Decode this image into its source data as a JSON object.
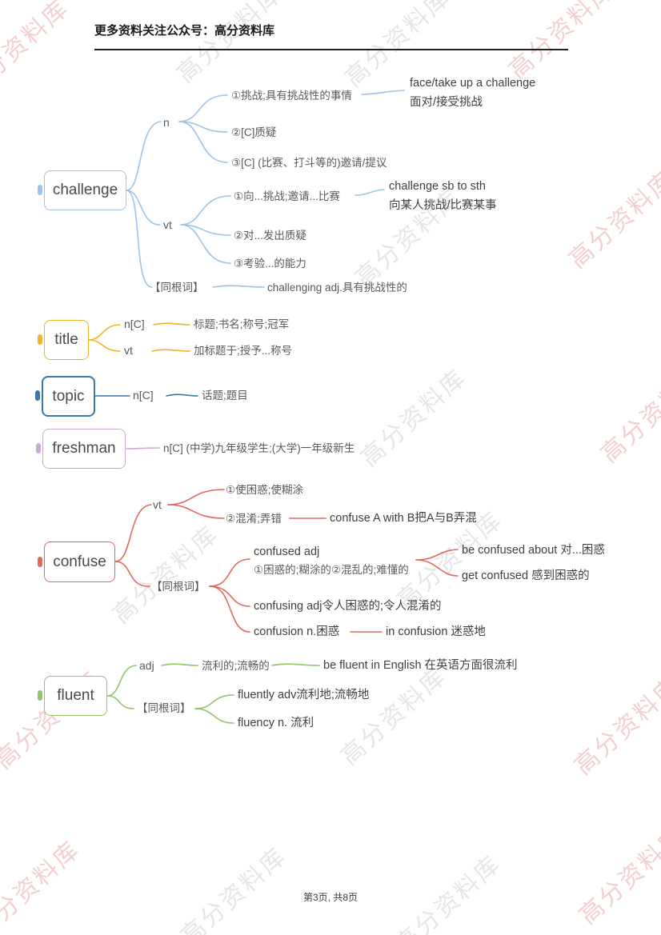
{
  "header": {
    "title": "更多资料关注公众号：高分资料库"
  },
  "footer": {
    "page_info": "第3页, 共8页"
  },
  "watermark_text": "高分资料库",
  "colors": {
    "challenge": "#9dc3e6",
    "title": "#f0b429",
    "topic": "#3b77a9",
    "freshman": "#cbaad8",
    "confuse": "#e0695e",
    "fluent": "#94c36a"
  },
  "challenge": {
    "word": "challenge",
    "pos_n": "n",
    "n_sense_1": "①挑战;具有挑战性的事情",
    "n_sense_2": "②[C]质疑",
    "n_sense_3": "③[C] (比赛、打斗等的)邀请/提议",
    "phrase_face_en": "face/take up a challenge",
    "phrase_face_zh": "面对/接受挑战",
    "pos_vt": "vt",
    "vt_sense_1": "①向...挑战;邀请...比赛",
    "vt_sense_2": "②对...发出质疑",
    "vt_sense_3": "③考验...的能力",
    "phrase_sb_en": "challenge sb to sth",
    "phrase_sb_zh": "向某人挑战/比赛某事",
    "cognate_label": "【同根词】",
    "cognate_1": "challenging adj.具有挑战性的"
  },
  "title": {
    "word": "title",
    "pos_n": "n[C]",
    "n_sense": "标题;书名;称号;冠军",
    "pos_vt": "vt",
    "vt_sense": "加标题于;授予...称号"
  },
  "topic": {
    "word": "topic",
    "pos_n": "n[C]",
    "n_sense": "话题;题目"
  },
  "freshman": {
    "word": "freshman",
    "sense": "n[C] (中学)九年级学生;(大学)一年级新生"
  },
  "confuse": {
    "word": "confuse",
    "pos_vt": "vt",
    "vt_sense_1": "①使困惑;使糊涂",
    "vt_sense_2": "②混淆;弄错",
    "phrase_awb": "confuse A with B把A与B弄混",
    "cognate_label": "【同根词】",
    "cognate_confused_word": "confused adj",
    "cognate_confused_def": "①困惑的;糊涂的②混乱的;难懂的",
    "phrase_be_confused": "be confused about 对...困惑",
    "phrase_get_confused": "get confused 感到困惑的",
    "cognate_confusing": "confusing adj令人困惑的;令人混淆的",
    "cognate_confusion": "confusion n.困惑",
    "phrase_in_confusion": "in confusion 迷惑地"
  },
  "fluent": {
    "word": "fluent",
    "pos_adj": "adj",
    "adj_sense": "流利的;流畅的",
    "phrase_be_fluent": "be fluent in English 在英语方面很流利",
    "cognate_label": "【同根词】",
    "cognate_fluently": "fluently adv流利地;流畅地",
    "cognate_fluency": "fluency n. 流利"
  }
}
